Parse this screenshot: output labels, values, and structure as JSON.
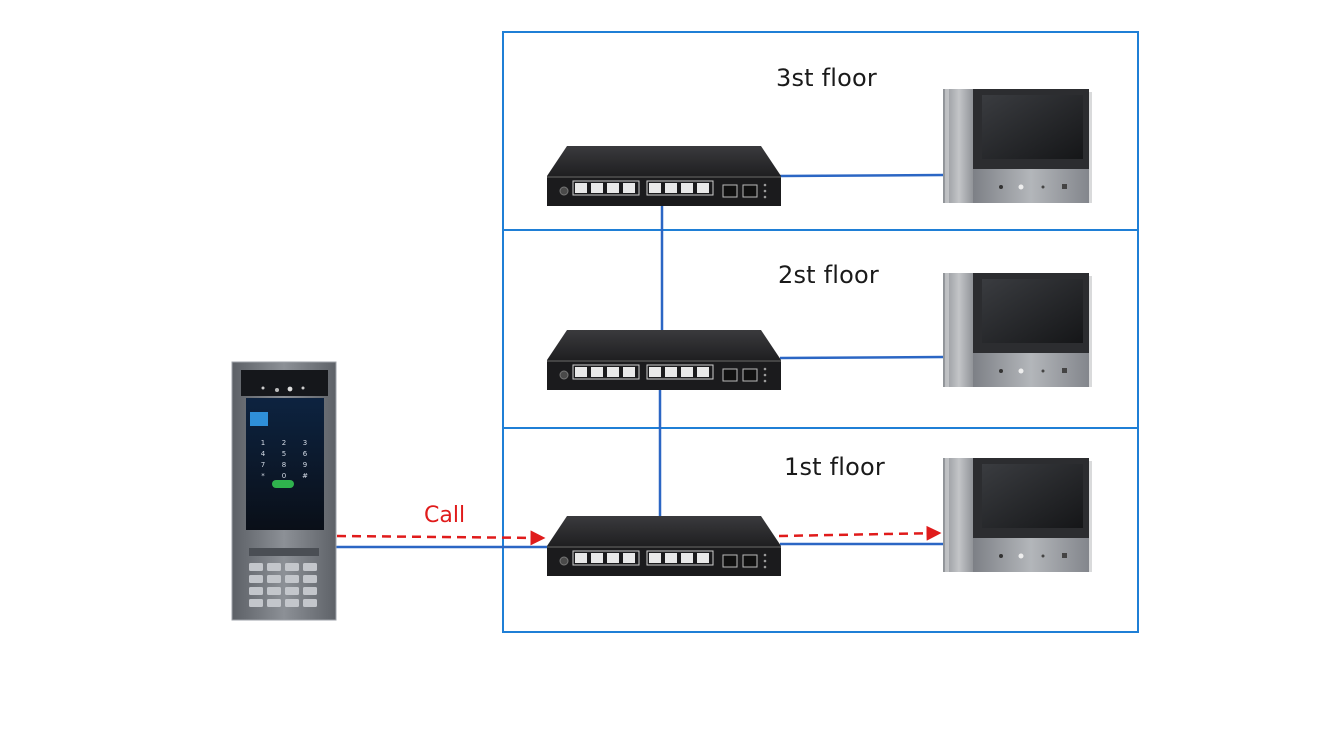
{
  "floors": [
    {
      "label": "3st floor"
    },
    {
      "label": "2st floor"
    },
    {
      "label": "1st floor"
    }
  ],
  "call": {
    "label": "Call"
  },
  "colors": {
    "frame": "#1f7fd6",
    "cable": "#2b66c4",
    "call_arrow": "#e01b1b",
    "switch_body": "#2b2b2e",
    "monitor_silver": "#9ea1a6"
  },
  "door_station": {
    "keypad_keys": [
      "1",
      "2",
      "3",
      "4",
      "5",
      "6",
      "7",
      "8",
      "9",
      "*",
      "0",
      "#"
    ]
  }
}
